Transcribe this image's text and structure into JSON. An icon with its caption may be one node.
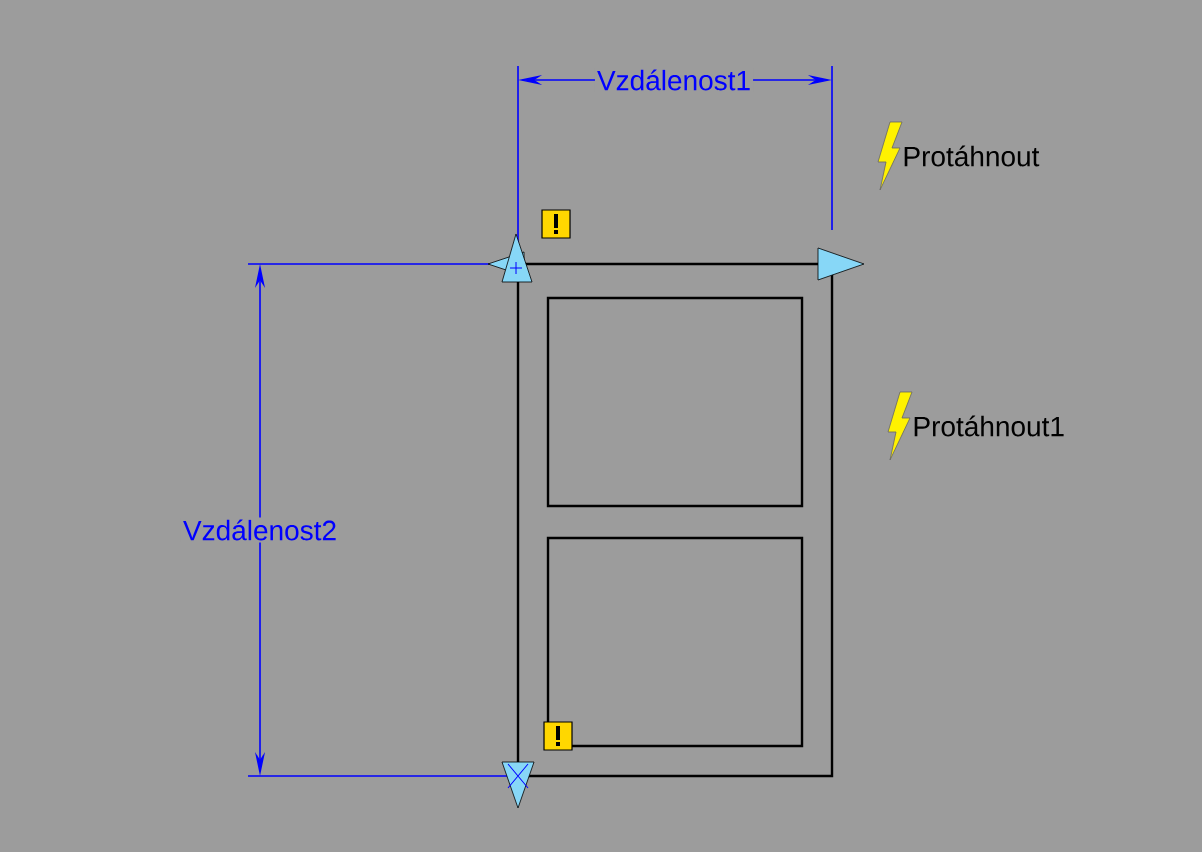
{
  "diagram": {
    "labels": [
      "Vzdálenost1",
      "Protáhnout",
      "Protáhnout1",
      "Vzdálenost2"
    ]
  }
}
